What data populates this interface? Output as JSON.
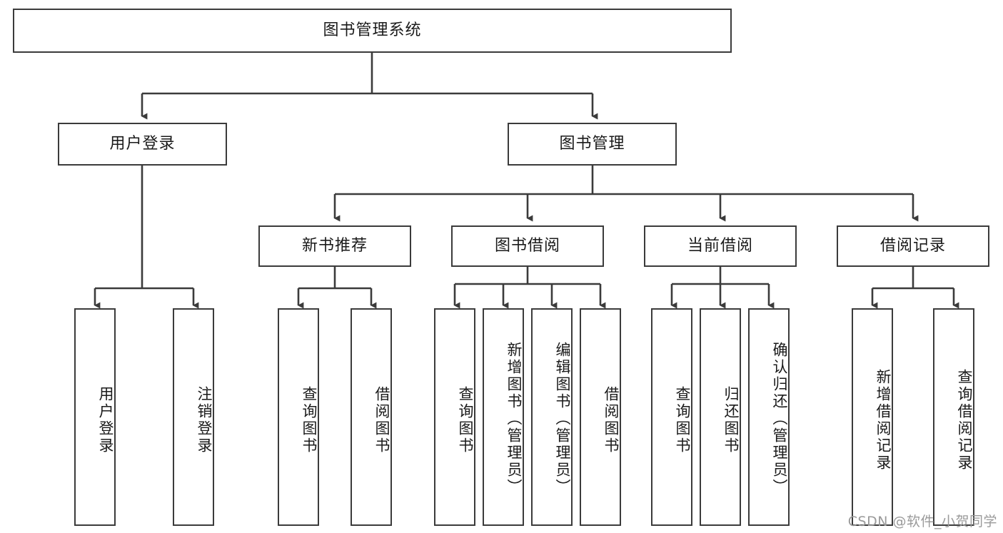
{
  "diagram": {
    "title": "图书管理系统",
    "type": "hierarchy-tree",
    "watermark": "CSDN @软件_小贺同学",
    "colors": {
      "stroke": "#3b3b3b",
      "fill": "#ffffff",
      "text": "#1a1a1a",
      "watermark": "#9a9a9a"
    },
    "root": {
      "label": "图书管理系统"
    },
    "level2": [
      {
        "label": "用户登录"
      },
      {
        "label": "图书管理"
      }
    ],
    "level3": [
      {
        "label": "新书推荐"
      },
      {
        "label": "图书借阅"
      },
      {
        "label": "当前借阅"
      },
      {
        "label": "借阅记录"
      }
    ],
    "leaves": {
      "user_login": [
        {
          "label": "用户登录"
        },
        {
          "label": "注销登录"
        }
      ],
      "new_book": [
        {
          "label": "查询图书"
        },
        {
          "label": "借阅图书"
        }
      ],
      "book_borrow": [
        {
          "label": "查询图书"
        },
        {
          "label": "新增图书（管理员）"
        },
        {
          "label": "编辑图书（管理员）"
        },
        {
          "label": "借阅图书"
        }
      ],
      "current_borrow": [
        {
          "label": "查询图书"
        },
        {
          "label": "归还图书"
        },
        {
          "label": "确认归还（管理员）"
        }
      ],
      "borrow_record": [
        {
          "label": "新增借阅记录"
        },
        {
          "label": "查询借阅记录"
        }
      ]
    }
  }
}
